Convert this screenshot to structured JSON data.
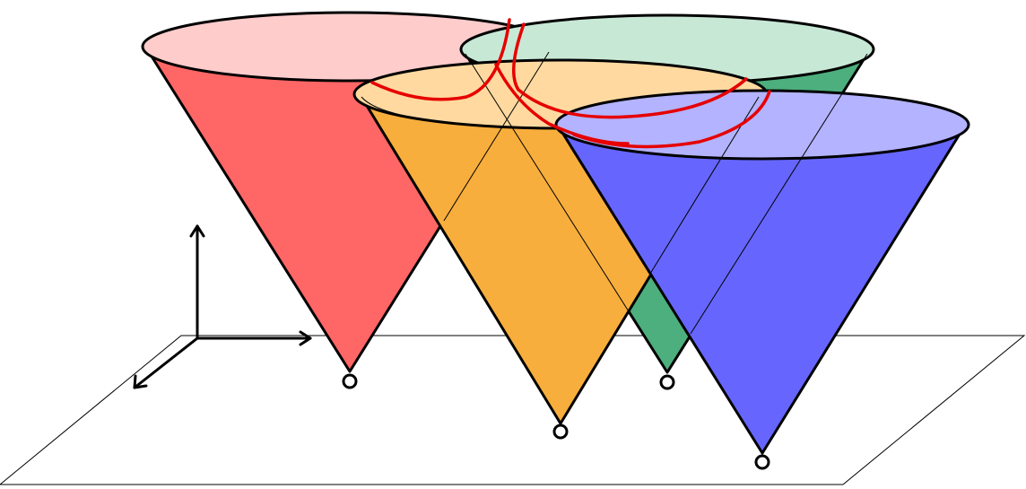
{
  "diagram": {
    "cones": [
      {
        "name": "red",
        "body_color": "#ff6666",
        "rim_color": "#ffcccc"
      },
      {
        "name": "green",
        "body_color": "#4caf7d",
        "rim_color": "#c8e8d6"
      },
      {
        "name": "orange",
        "body_color": "#f8ae3c",
        "rim_color": "#ffd9a0"
      },
      {
        "name": "blue",
        "body_color": "#6666ff",
        "rim_color": "#b3b3ff"
      }
    ],
    "intersection_color": "#e60000",
    "apex_markers": 4,
    "axes": 3
  }
}
